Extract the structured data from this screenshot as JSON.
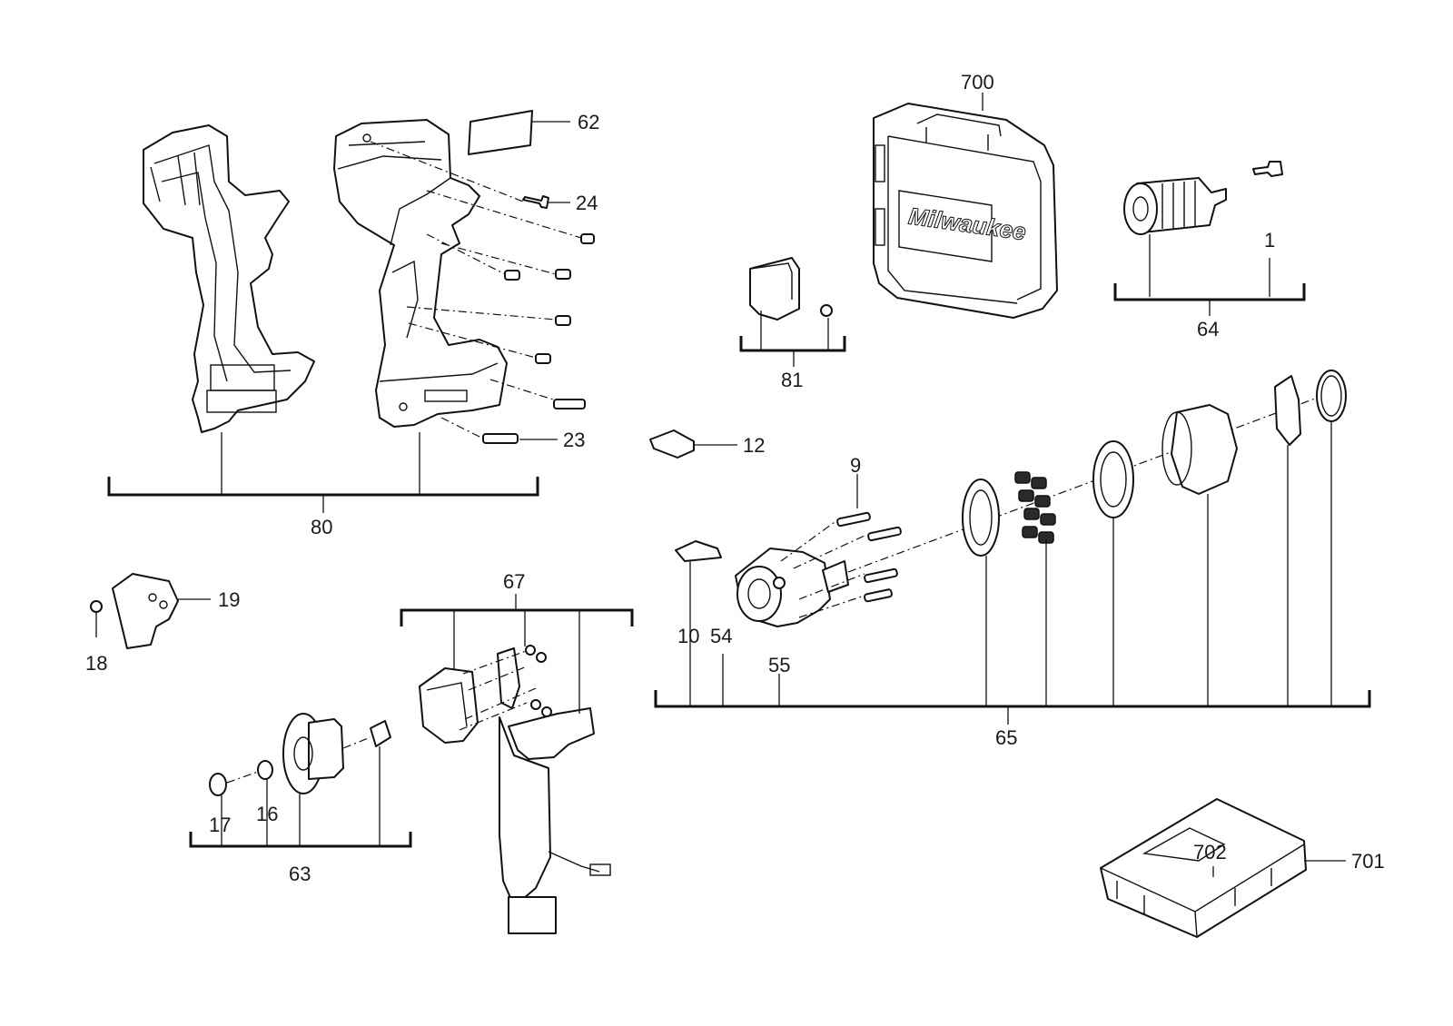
{
  "diagram": {
    "callouts": {
      "c1": "1",
      "c9": "9",
      "c10": "10",
      "c12": "12",
      "c16": "16",
      "c17": "17",
      "c18": "18",
      "c19": "19",
      "c23": "23",
      "c24": "24",
      "c54": "54",
      "c55": "55",
      "c62": "62",
      "c63": "63",
      "c64": "64",
      "c65": "65",
      "c67": "67",
      "c80": "80",
      "c81": "81",
      "c700": "700",
      "c701": "701",
      "c702": "702"
    },
    "case_logo": "Milwaukee",
    "icons": {
      "housing_left": "housing-half-icon",
      "housing_right": "housing-half-icon",
      "screw": "screw-icon",
      "case": "carrying-case-icon",
      "chuck": "chuck-icon",
      "gearbox": "gearbox-icon",
      "motor": "motor-icon",
      "switch_pcb": "switch-pcb-icon",
      "insert_tray": "case-insert-icon"
    },
    "colors": {
      "line": "#111111",
      "background": "#ffffff"
    }
  }
}
